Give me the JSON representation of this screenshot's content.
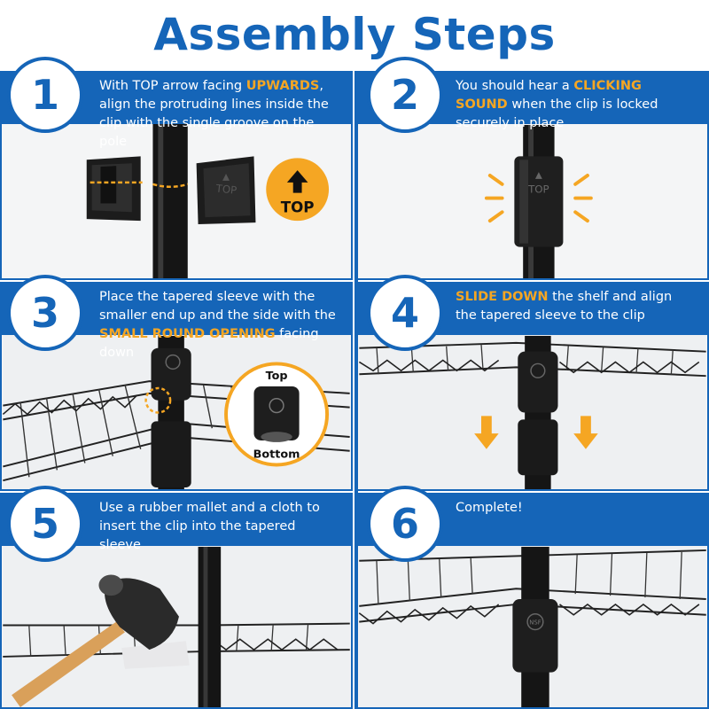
{
  "title": "Assembly Steps",
  "steps": [
    {
      "number": "1",
      "parts": [
        {
          "text": "With TOP arrow facing "
        },
        {
          "text": "UPWARDS",
          "hl": true
        },
        {
          "text": ", align the protruding lines inside the clip with the single groove on the pole"
        }
      ]
    },
    {
      "number": "2",
      "parts": [
        {
          "text": "You should hear a "
        },
        {
          "text": "CLICKING SOUND",
          "hl": true
        },
        {
          "text": " when the clip is locked securely in place"
        }
      ]
    },
    {
      "number": "3",
      "parts": [
        {
          "text": "Place the tapered sleeve with the smaller end up and the side with the "
        },
        {
          "text": "SMALL ROUND OPENING",
          "hl": true
        },
        {
          "text": " facing down"
        }
      ]
    },
    {
      "number": "4",
      "parts": [
        {
          "text": "SLIDE DOWN",
          "hl": true
        },
        {
          "text": " the shelf and align the tapered sleeve to the clip"
        }
      ]
    },
    {
      "number": "5",
      "parts": [
        {
          "text": "Use a rubber mallet and a cloth to insert the clip into the tapered sleeve"
        }
      ]
    },
    {
      "number": "6",
      "parts": [
        {
          "text": "Complete!"
        }
      ]
    }
  ],
  "labels": {
    "top_badge": "TOP",
    "clip_mark": "TOP",
    "sleeve_top": "Top",
    "sleeve_bottom": "Bottom",
    "nsf": "NSF"
  },
  "colors": {
    "primary": "#1565b8",
    "accent": "#f5a623",
    "pole": "#161616"
  }
}
